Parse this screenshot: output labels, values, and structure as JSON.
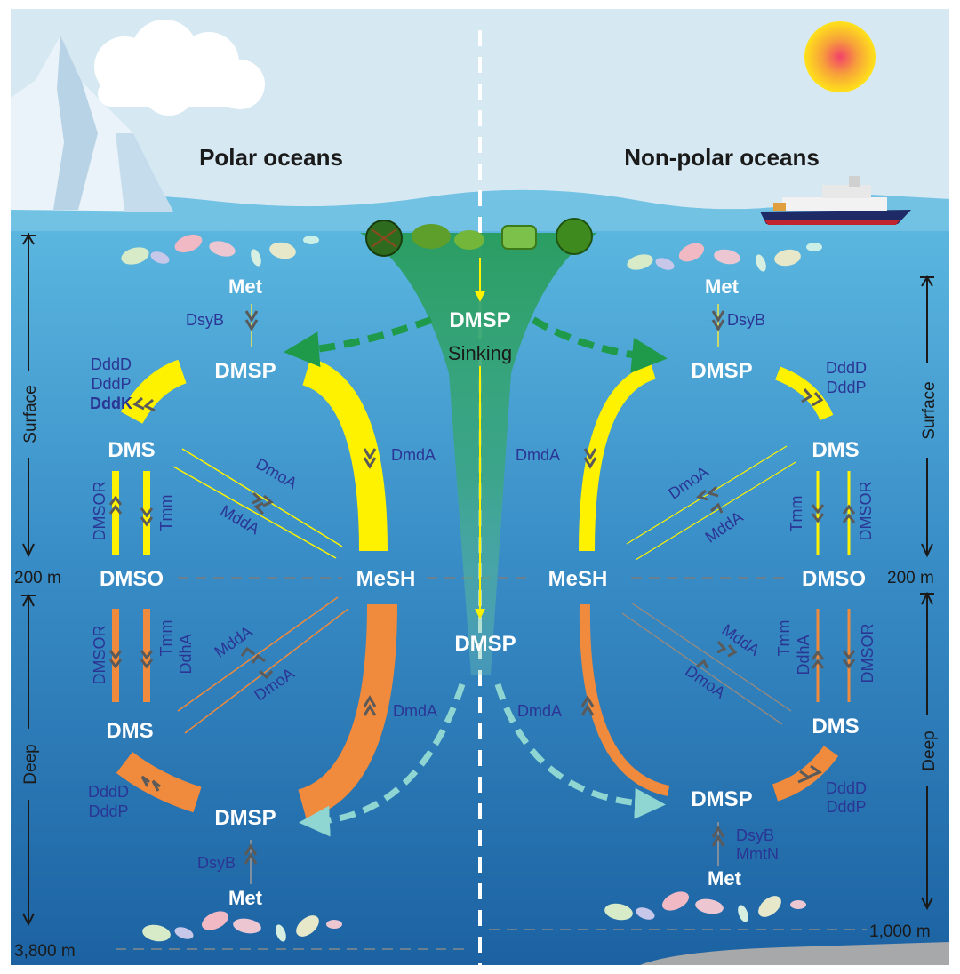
{
  "titles": {
    "left": "Polar oceans",
    "right": "Non-polar oceans"
  },
  "depth": {
    "surface": "Surface",
    "deep": "Deep",
    "mid": "200 m",
    "left_bottom": "3,800 m",
    "right_bottom": "1,000 m"
  },
  "center": {
    "dmsp_top": "DMSP",
    "sinking": "Sinking",
    "dmsp_mid": "DMSP"
  },
  "left": {
    "met_top": "Met",
    "dsyb_top": "DsyB",
    "dmsp_top": "DMSP",
    "ddd_top": [
      "DddD",
      "DddP",
      "DddK"
    ],
    "dms_top": "DMS",
    "dmsor_top": "DMSOR",
    "tmm_top": "Tmm",
    "dmoa_top": "DmoA",
    "mdda_top": "MddA",
    "dmda_top": "DmdA",
    "dmso": "DMSO",
    "mesh": "MeSH",
    "dmsor_bot": "DMSOR",
    "tmm_bot": "Tmm",
    "ddha_bot": "DdhA",
    "mdda_bot": "MddA",
    "dmoa_bot": "DmoA",
    "dmda_bot": "DmdA",
    "dms_bot": "DMS",
    "ddd_bot": [
      "DddD",
      "DddP"
    ],
    "dmsp_bot": "DMSP",
    "dsyb_bot": "DsyB",
    "met_bot": "Met"
  },
  "right": {
    "met_top": "Met",
    "dsyb_top": "DsyB",
    "dmsp_top": "DMSP",
    "ddd_top": [
      "DddD",
      "DddP"
    ],
    "dms_top": "DMS",
    "tmm_top": "Tmm",
    "dmsor_top": "DMSOR",
    "dmoa_top": "DmoA",
    "mdda_top": "MddA",
    "dmda_top": "DmdA",
    "dmso": "DMSO",
    "mesh": "MeSH",
    "tmm_bot": "Tmm",
    "ddha_bot": "DdhA",
    "dmsor_bot": "DMSOR",
    "mdda_bot": "MddA",
    "dmoa_bot": "DmoA",
    "dmda_bot": "DmdA",
    "dms_bot": "DMS",
    "ddd_bot": [
      "DddD",
      "DddP"
    ],
    "dmsp_bot": "DMSP",
    "dsyb_bot": "DsyB",
    "mmtn_bot": "MmtN",
    "met_bot": "Met"
  },
  "colors": {
    "sky": "#cfe3ef",
    "ocean_top": "#59b4dd",
    "ocean_bottom": "#1d6aa8",
    "yellow": "#fff200",
    "orange": "#f08a3c",
    "green_arrow": "#1f9a4a",
    "cyan_arrow": "#8fd6d2",
    "enzyme": "#2b3594",
    "funnel": "#2ea36b"
  }
}
